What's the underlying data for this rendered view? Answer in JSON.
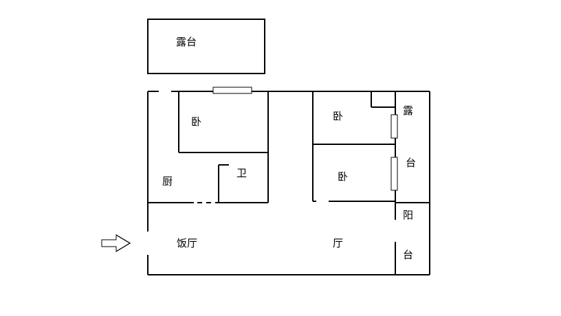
{
  "colors": {
    "wall": "#000000",
    "background": "#ffffff"
  },
  "icons": {
    "entrance_arrow": "⇨"
  },
  "labels": {
    "terrace_top": "露台",
    "bedroom_left": "卧",
    "bedroom_top_right": "卧",
    "bedroom_mid_right": "卧",
    "kitchen": "厨",
    "bathroom": "卫",
    "dining_room": "饭厅",
    "living_room": "厅",
    "terrace_right_char1": "露",
    "terrace_right_char2": "台",
    "balcony_char1": "阳",
    "balcony_char2": "台"
  }
}
